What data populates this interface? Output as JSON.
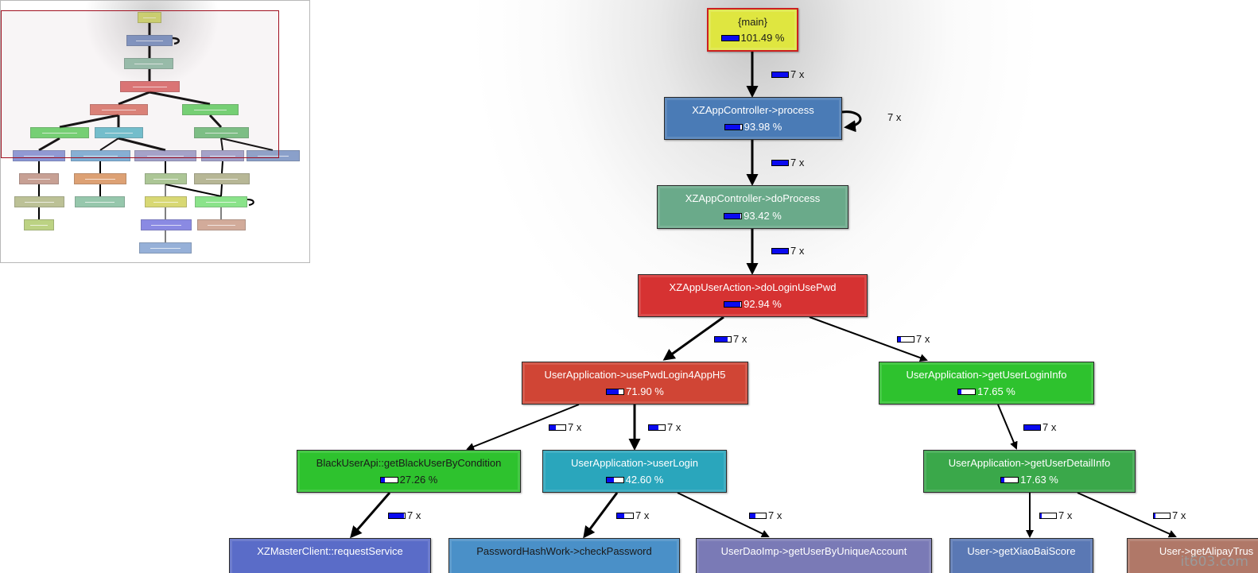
{
  "nodes": [
    {
      "id": "main",
      "label": "{main}",
      "pct": "101.49 %",
      "fill": 1.0,
      "color": "#dfe640",
      "text_dark": true,
      "border": "#cc2020"
    },
    {
      "id": "process",
      "label": "XZAppController->process",
      "pct": "93.98 %",
      "fill": 0.94,
      "color": "#4a7bb6"
    },
    {
      "id": "doProcess",
      "label": "XZAppController->doProcess",
      "pct": "93.42 %",
      "fill": 0.93,
      "color": "#6aaa8a"
    },
    {
      "id": "doLoginUsePwd",
      "label": "XZAppUserAction->doLoginUsePwd",
      "pct": "92.94 %",
      "fill": 0.93,
      "color": "#d63232"
    },
    {
      "id": "usePwdLogin4AppH5",
      "label": "UserApplication->usePwdLogin4AppH5",
      "pct": "71.90 %",
      "fill": 0.72,
      "color": "#d04535"
    },
    {
      "id": "getUserLoginInfo",
      "label": "UserApplication->getUserLoginInfo",
      "pct": "17.65 %",
      "fill": 0.18,
      "color": "#2ec22e"
    },
    {
      "id": "getBlackUserByCondition",
      "label": "BlackUserApi::getBlackUserByCondition",
      "pct": "27.26 %",
      "fill": 0.27,
      "color": "#2ec22e",
      "text_dark": true
    },
    {
      "id": "userLogin",
      "label": "UserApplication->userLogin",
      "pct": "42.60 %",
      "fill": 0.43,
      "color": "#2aa6bc"
    },
    {
      "id": "getUserDetailInfo",
      "label": "UserApplication->getUserDetailInfo",
      "pct": "17.63 %",
      "fill": 0.18,
      "color": "#3aa84a"
    },
    {
      "id": "requestService",
      "label": "XZMasterClient::requestService",
      "pct": "",
      "fill": 0,
      "color": "#5a6cc8"
    },
    {
      "id": "checkPassword",
      "label": "PasswordHashWork->checkPassword",
      "pct": "",
      "fill": 0,
      "color": "#4a90c8",
      "text_dark": true
    },
    {
      "id": "getUserByUniqueAccount",
      "label": "UserDaoImp->getUserByUniqueAccount",
      "pct": "",
      "fill": 0,
      "color": "#7a7ab6"
    },
    {
      "id": "getXiaoBaiScore",
      "label": "User->getXiaoBaiScore",
      "pct": "",
      "fill": 0,
      "color": "#5a78b4"
    },
    {
      "id": "getAlipayTrust",
      "label": "User->getAlipayTrus",
      "pct": "",
      "fill": 0,
      "color": "#b07868"
    }
  ],
  "edges": [
    {
      "from": "main",
      "to": "process",
      "count": "7 x",
      "fill": 1.0
    },
    {
      "from": "process",
      "to": "process",
      "count": "7 x",
      "self": true
    },
    {
      "from": "process",
      "to": "doProcess",
      "count": "7 x",
      "fill": 1.0
    },
    {
      "from": "doProcess",
      "to": "doLoginUsePwd",
      "count": "7 x",
      "fill": 1.0
    },
    {
      "from": "doLoginUsePwd",
      "to": "usePwdLogin4AppH5",
      "count": "7 x",
      "fill": 0.78
    },
    {
      "from": "doLoginUsePwd",
      "to": "getUserLoginInfo",
      "count": "7 x",
      "fill": 0.2
    },
    {
      "from": "usePwdLogin4AppH5",
      "to": "getBlackUserByCondition",
      "count": "7 x",
      "fill": 0.38
    },
    {
      "from": "usePwdLogin4AppH5",
      "to": "userLogin",
      "count": "7 x",
      "fill": 0.6
    },
    {
      "from": "getUserLoginInfo",
      "to": "getUserDetailInfo",
      "count": "7 x",
      "fill": 1.0
    },
    {
      "from": "getBlackUserByCondition",
      "to": "requestService",
      "count": "7 x",
      "fill": 0.95
    },
    {
      "from": "userLogin",
      "to": "checkPassword",
      "count": "7 x",
      "fill": 0.45
    },
    {
      "from": "userLogin",
      "to": "getUserByUniqueAccount",
      "count": "7 x",
      "fill": 0.35
    },
    {
      "from": "getUserDetailInfo",
      "to": "getXiaoBaiScore",
      "count": "7 x",
      "fill": 0.1
    },
    {
      "from": "getUserDetailInfo",
      "to": "getAlipayTrust",
      "count": "7 x",
      "fill": 0.1
    }
  ],
  "minimap": {
    "node_colors": [
      "#c8d23a",
      "#4a6cb0",
      "#6aa88a",
      "#d03030",
      "#d04535",
      "#2ec22e",
      "#2ec22e",
      "#2aa6bc",
      "#3aa84a",
      "#5a6cc8",
      "#4a90c8",
      "#7a7ab6",
      "#7a7ab6",
      "#5a78b4",
      "#b07868",
      "#d07a3a",
      "#8aae6a",
      "#9a9a6a",
      "#a0a86a",
      "#6ab08a",
      "#c8c83a",
      "#5ad85a",
      "#a0c050",
      "#5a5ad8",
      "#c08870",
      "#6a90c8"
    ]
  },
  "watermark": "it603.com"
}
